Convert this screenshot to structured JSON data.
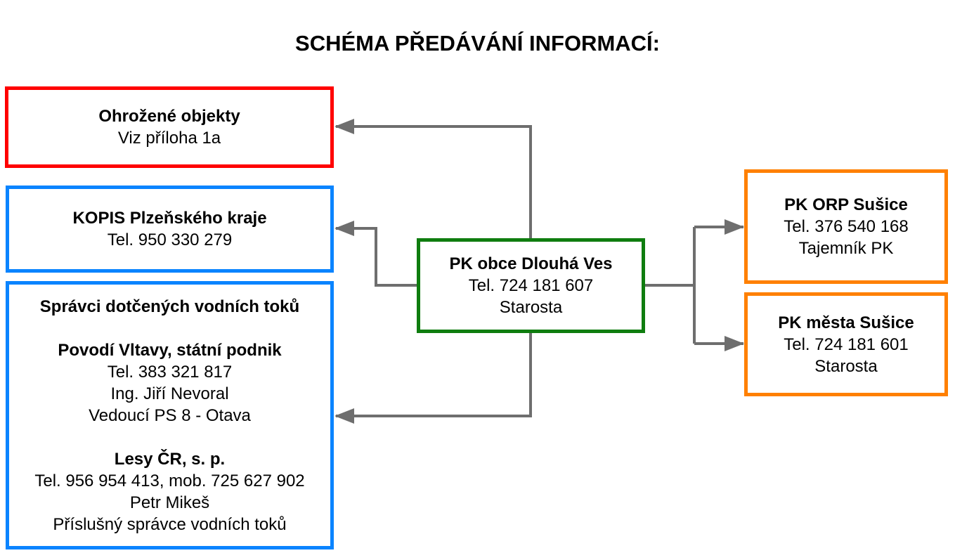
{
  "title": "SCHÉMA PŘEDÁVÁNÍ INFORMACÍ:",
  "colors": {
    "red": "#ff0000",
    "blue": "#0a84ff",
    "green": "#0f7d0f",
    "orange": "#ff8000",
    "arrow": "#6e6e6e"
  },
  "threatened": {
    "heading": "Ohrožené objekty",
    "line1": "Viz příloha 1a"
  },
  "kopis": {
    "heading": "KOPIS Plzeňského kraje",
    "line1": "Tel. 950 330 279"
  },
  "water": {
    "heading": "Správci dotčených vodních toků",
    "povodi": {
      "name": "Povodí Vltavy, státní podnik",
      "tel": "Tel. 383 321 817",
      "person": "Ing. Jiří Nevoral",
      "role": "Vedoucí PS 8 - Otava"
    },
    "lesy": {
      "name": "Lesy ČR, s. p.",
      "tel": "Tel. 956 954 413, mob. 725 627 902",
      "person": "Petr Mikeš",
      "role": "Příslušný správce vodních toků"
    }
  },
  "center": {
    "heading": "PK obce Dlouhá Ves",
    "tel": "Tel. 724 181 607",
    "role": "Starosta"
  },
  "orp": {
    "heading": "PK ORP Sušice",
    "tel": "Tel. 376 540 168",
    "role": "Tajemník PK"
  },
  "city": {
    "heading": "PK města Sušice",
    "tel": "Tel. 724 181 601",
    "role": "Starosta"
  }
}
